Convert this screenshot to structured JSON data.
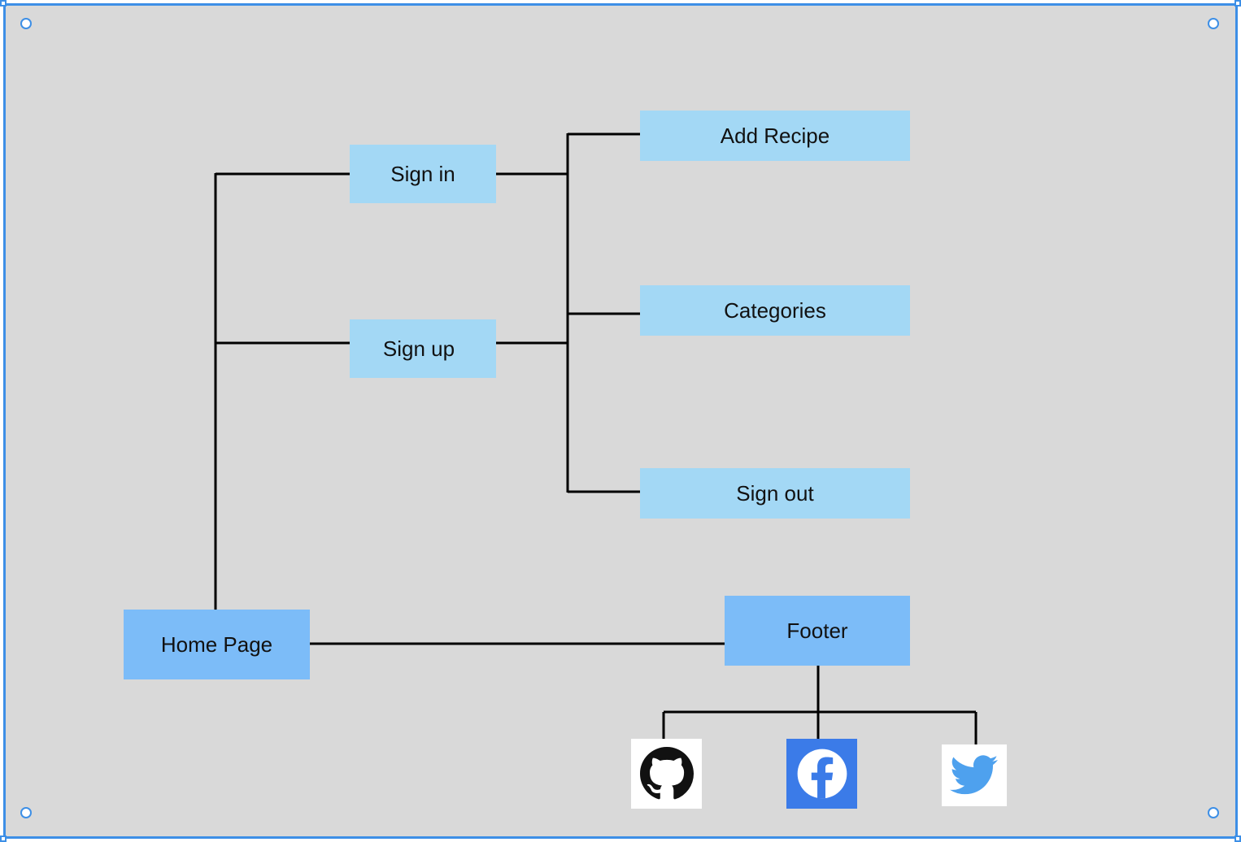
{
  "diagram": {
    "nodes": {
      "home_page": "Home Page",
      "sign_in": "Sign in",
      "sign_up": "Sign up",
      "add_recipe": "Add Recipe",
      "categories": "Categories",
      "sign_out": "Sign out",
      "footer": "Footer"
    },
    "social_icons": [
      "github-icon",
      "facebook-icon",
      "twitter-icon"
    ],
    "colors": {
      "canvas": "#d9d9d9",
      "node_light": "#a3d8f5",
      "node_dark": "#7cbcf8",
      "connector": "#000000",
      "selection": "#3d8fe6",
      "facebook": "#3b7be8",
      "twitter": "#4ea1ee"
    }
  }
}
